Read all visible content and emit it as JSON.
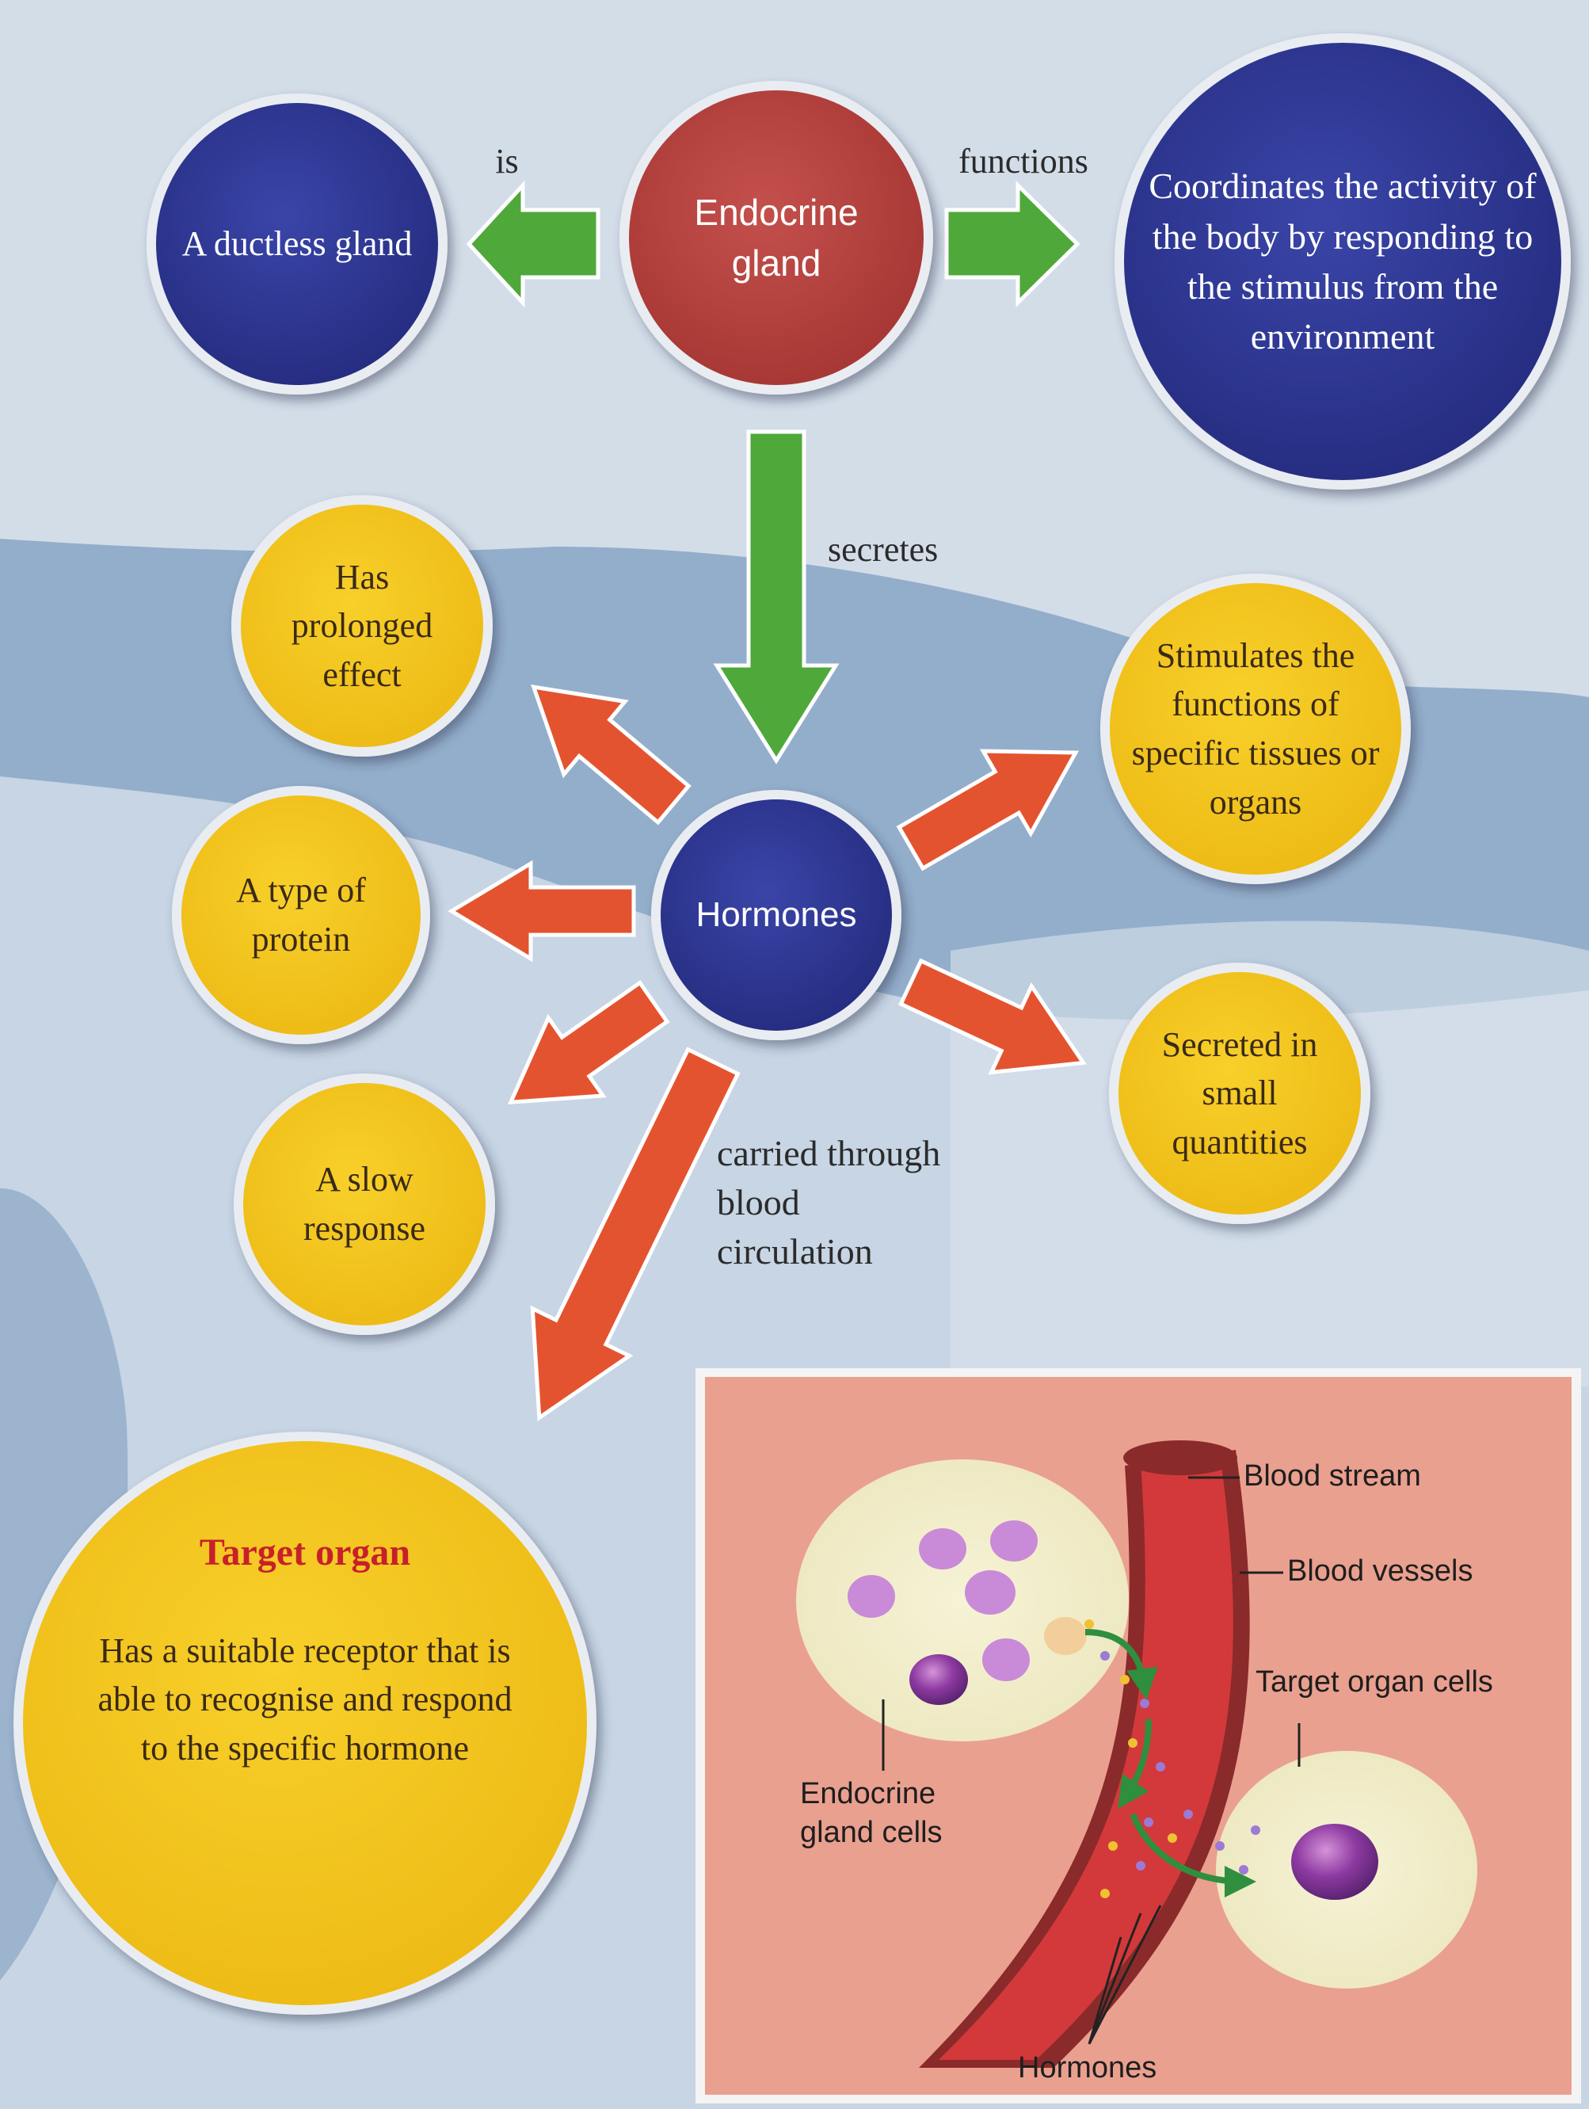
{
  "nodes": {
    "endocrine_gland": "Endocrine gland",
    "ductless_gland": "A ductless gland",
    "coordinates": "Coordinates the activity of the body by responding to the stimulus from the environment",
    "hormones": "Hormones",
    "prolonged_effect": "Has prolonged effect",
    "type_of_protein": "A type of protein",
    "slow_response": "A slow response",
    "stimulates": "Stimulates the functions of specific tissues or organs",
    "small_quantities": "Secreted in small quantities",
    "target_organ_title": "Target organ",
    "target_organ_desc": "Has a suitable receptor that is able to recognise and respond to the specific hormone"
  },
  "links": {
    "is": "is",
    "functions": "functions",
    "secretes": "secretes",
    "carried": "carried through blood circulation"
  },
  "inset": {
    "blood_stream": "Blood stream",
    "blood_vessels": "Blood vessels",
    "target_organ_cells": "Target organ cells",
    "endocrine_gland_cells": "Endocrine gland cells",
    "hormones": "Hormones"
  },
  "colors": {
    "blue_node": "#2e3592",
    "red_node": "#b8413f",
    "yellow_node": "#f3c41c",
    "green_arrow": "#4fa83a",
    "orange_arrow": "#e4532f",
    "inset_bg": "#eaa08f",
    "vessel": "#d33a34",
    "target_title": "#c8202a"
  }
}
